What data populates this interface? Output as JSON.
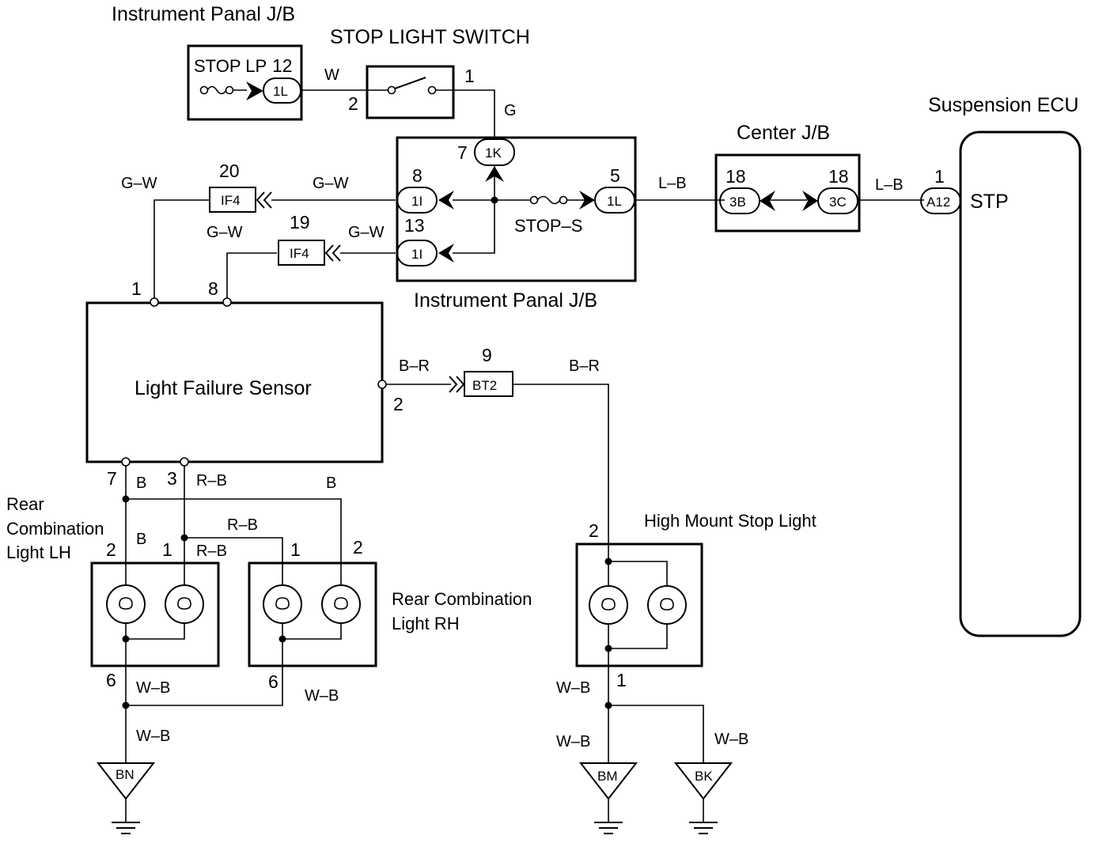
{
  "titles": {
    "ipjb_top": "Instrument Panal J/B",
    "stop_switch": "STOP LIGHT SWITCH",
    "center_jb": "Center J/B",
    "susp_ecu": "Suspension ECU",
    "ipjb_mid": "Instrument Panal J/B",
    "lfs": "Light Failure Sensor",
    "hmsl": "High Mount Stop Light",
    "rcl_lh": [
      "Rear",
      "Combination",
      "Light LH"
    ],
    "rcl_rh": [
      "Rear Combination",
      "Light RH"
    ]
  },
  "labels": {
    "stop_lp": "STOP LP",
    "stop_s": "STOP–S",
    "stp": "STP"
  },
  "pins": {
    "p12": "12",
    "p1_sw": "1",
    "p2_sw": "2",
    "p7": "7",
    "p8": "8",
    "p13": "13",
    "p5": "5",
    "p20": "20",
    "p19": "19",
    "p18a": "18",
    "p18b": "18",
    "p1_ecu": "1",
    "p1_lfs": "1",
    "p8_lfs": "8",
    "p2_lfs": "2",
    "p9": "9",
    "p7_lfs": "7",
    "p3_lfs": "3",
    "p2_lh": "2",
    "p1_lh": "1",
    "p1_rh": "1",
    "p2_rh": "2",
    "p6_lh": "6",
    "p6_rh": "6",
    "p2_hm": "2",
    "p1_hm": "1"
  },
  "wires": {
    "w": "W",
    "g": "G",
    "gw_1": "G–W",
    "gw_2": "G–W",
    "gw_3": "G–W",
    "gw_4": "G–W",
    "lb_1": "L–B",
    "lb_2": "L–B",
    "br_1": "B–R",
    "br_2": "B–R",
    "b_1": "B",
    "rb_1": "R–B",
    "b_2": "B",
    "rb_2": "R–B",
    "b_3": "B",
    "rb_3": "R–B",
    "wb_1": "W–B",
    "wb_2": "W–B",
    "wb_3": "W–B",
    "wb_4": "W–B",
    "wb_5": "W–B",
    "wb_6": "W–B"
  },
  "connectors": {
    "c1L_top": "1L",
    "c1K": "1K",
    "c1I_a": "1I",
    "c1I_b": "1I",
    "c1L_mid": "1L",
    "c3B": "3B",
    "c3C": "3C",
    "cA12": "A12",
    "cIF4_a": "IF4",
    "cIF4_b": "IF4",
    "cBT2": "BT2"
  },
  "grounds": {
    "bn": "BN",
    "bm": "BM",
    "bk": "BK"
  }
}
